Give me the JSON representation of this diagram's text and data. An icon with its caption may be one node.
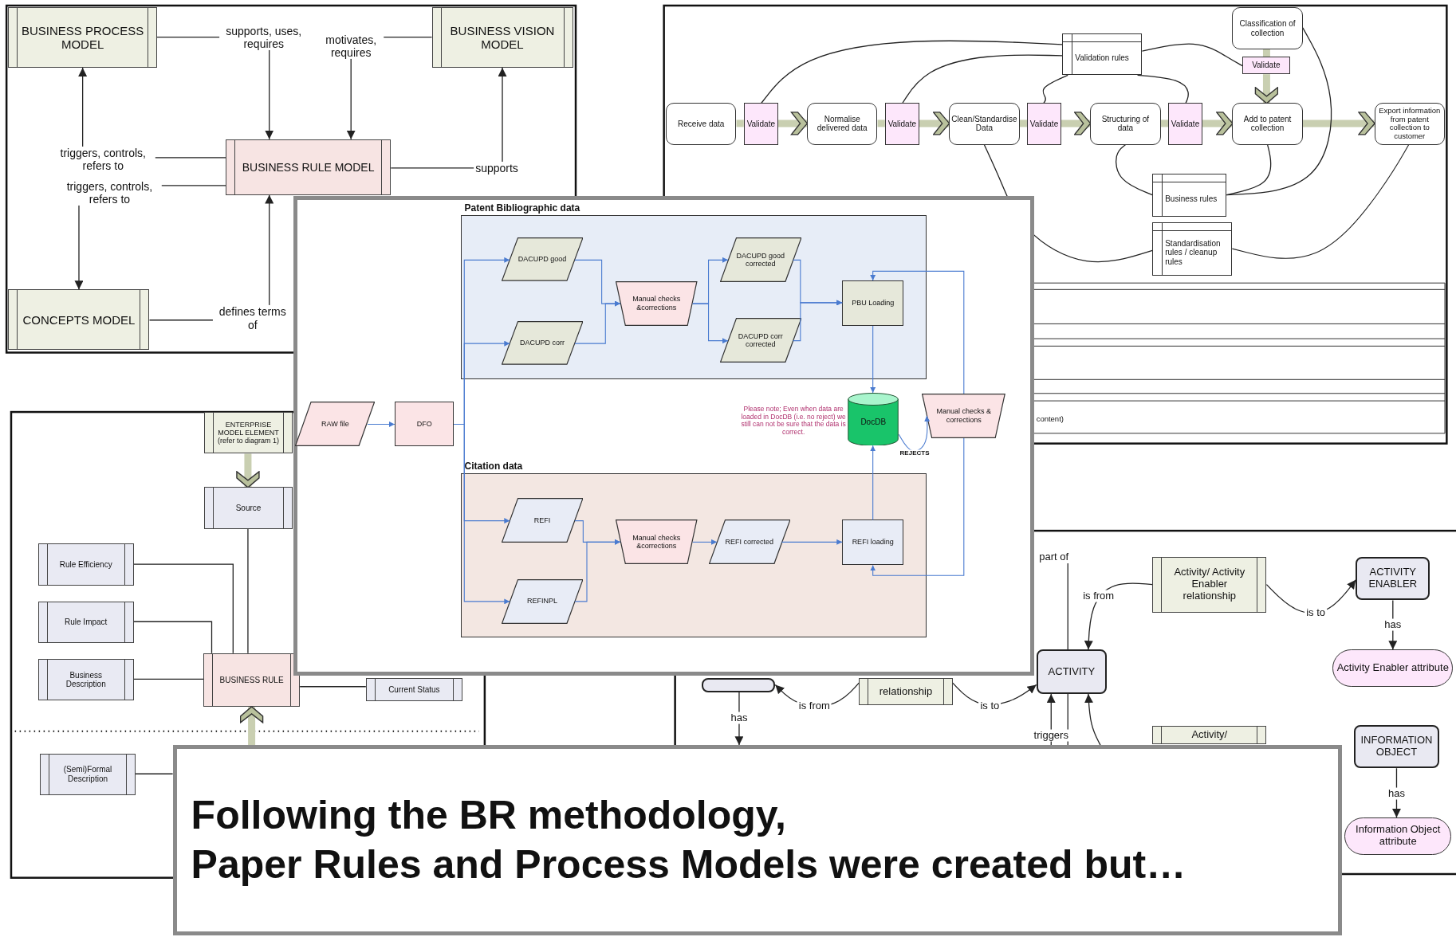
{
  "diagram": {
    "nodes": [
      {
        "text": [
          "BUSINESS PROCESS MODEL"
        ]
      },
      {
        "text": [
          "BUSINESS VISION MODEL"
        ]
      },
      {
        "text": [
          "BUSINESS RULE MODEL"
        ]
      },
      {
        "text": [
          "CONCEPTS MODEL"
        ]
      },
      {
        "text": [
          "Receive data"
        ]
      },
      {
        "text": [
          "Validate"
        ]
      },
      {
        "text": [
          "Normalise delivered data"
        ]
      },
      {
        "text": [
          "Validate"
        ]
      },
      {
        "text": [
          "Clean/Standardise Data"
        ]
      },
      {
        "text": [
          "Validate"
        ]
      },
      {
        "text": [
          "Structuring of data"
        ]
      },
      {
        "text": [
          "Validate"
        ]
      },
      {
        "text": [
          "Add to patent collection"
        ]
      },
      {
        "text": [
          "Export information from patent collection to customer"
        ]
      },
      {
        "text": [
          "Classification of collection"
        ]
      },
      {
        "text": [
          "Validate"
        ]
      },
      {
        "text": [
          "Validation rules"
        ]
      },
      {
        "text": [
          "Business rules"
        ]
      },
      {
        "text": [
          "Standardisation rules / cleanup rules"
        ]
      },
      {
        "text": [
          "ENTERPRISE MODEL ELEMENT (refer to diagram 1)"
        ]
      },
      {
        "text": [
          "Source"
        ]
      },
      {
        "text": [
          "Rule Efficiency"
        ]
      },
      {
        "text": [
          "Rule Impact"
        ]
      },
      {
        "text": [
          "Business Description"
        ]
      },
      {
        "text": [
          "BUSINESS RULE"
        ]
      },
      {
        "text": [
          "Current Status"
        ]
      },
      {
        "text": [
          "(Semi)Formal Description"
        ]
      },
      {
        "text": [],
        "shape": "box"
      },
      {
        "text": [
          "relationship"
        ]
      },
      {
        "text": [
          "ACTIVITY"
        ]
      },
      {
        "text": [
          "Activity/ Activity Enabler relationship"
        ]
      },
      {
        "text": [
          "ACTIVITY ENABLER"
        ]
      },
      {
        "text": [
          "Activity Enabler attribute"
        ]
      },
      {
        "text": [
          "Activity/"
        ]
      },
      {
        "text": [
          "INFORMATION OBJECT"
        ]
      },
      {
        "text": [
          "Information Object attribute"
        ]
      },
      {
        "text": [],
        "shape": "box"
      },
      {
        "text": [
          "Patent Bibliographic data"
        ],
        "in": 36
      },
      {
        "text": [
          "DACUPD good"
        ],
        "in": 37
      },
      {
        "text": [
          "DACUPD corr"
        ],
        "in": 37
      },
      {
        "text": [
          "Manual checks &corrections"
        ],
        "in": 37
      },
      {
        "text": [
          "DACUPD good corrected"
        ],
        "in": 37
      },
      {
        "text": [
          "DACUPD corr corrected"
        ],
        "in": 37
      },
      {
        "text": [
          "PBU Loading"
        ],
        "in": 37
      },
      {
        "text": [
          "Citation data"
        ],
        "in": 36
      },
      {
        "text": [
          "REFI"
        ],
        "in": 44
      },
      {
        "text": [
          "REFINPL"
        ],
        "in": 44
      },
      {
        "text": [
          "Manual checks &corrections"
        ],
        "in": 44
      },
      {
        "text": [
          "REFI corrected"
        ],
        "in": 44
      },
      {
        "text": [
          "REFI loading"
        ],
        "in": 44
      },
      {
        "text": [
          "RAW file"
        ],
        "in": 36
      },
      {
        "text": [
          "DFO"
        ],
        "in": 36
      },
      {
        "text": [
          "DocDB"
        ],
        "in": 36,
        "beside": [
          "Please note; Even when data are loaded in DocDB (i.e. no reject) we still can not be sure that the data is correct."
        ]
      },
      {
        "text": [
          "Manual checks & corrections"
        ],
        "in": 36
      },
      {
        "text": [
          "Following the BR methodology,",
          "Paper Rules and Process Models were created but…"
        ]
      }
    ],
    "edges": [
      {
        "from": 0,
        "to": 2,
        "arrow": "to",
        "label": "supports, uses, requires"
      },
      {
        "from": 1,
        "to": 2,
        "arrow": "to",
        "label": "motivates, requires"
      },
      {
        "from": 2,
        "to": 0,
        "arrow": "to",
        "label": "triggers, controls, refers to"
      },
      {
        "from": 2,
        "to": 3,
        "arrow": "to",
        "label": "triggers, controls, refers to"
      },
      {
        "from": 3,
        "to": 2,
        "arrow": "to",
        "label": "defines terms of"
      },
      {
        "from": 2,
        "to": 1,
        "arrow": "to",
        "label": "supports"
      },
      {
        "from": 4,
        "to": 5,
        "arrow": "none",
        "style": "thick",
        "color": "#c9cfb1"
      },
      {
        "from": 5,
        "to": 6,
        "arrow": "to",
        "style": "thick",
        "color": "#c9cfb1"
      },
      {
        "from": 6,
        "to": 7,
        "arrow": "none",
        "style": "thick",
        "color": "#c9cfb1"
      },
      {
        "from": 7,
        "to": 8,
        "arrow": "to",
        "style": "thick",
        "color": "#c9cfb1"
      },
      {
        "from": 8,
        "to": 9,
        "arrow": "none",
        "style": "thick",
        "color": "#c9cfb1"
      },
      {
        "from": 9,
        "to": 10,
        "arrow": "to",
        "style": "thick",
        "color": "#c9cfb1"
      },
      {
        "from": 10,
        "to": 11,
        "arrow": "none",
        "style": "thick",
        "color": "#c9cfb1"
      },
      {
        "from": 11,
        "to": 12,
        "arrow": "to",
        "style": "thick",
        "color": "#c9cfb1"
      },
      {
        "from": 12,
        "to": 13,
        "arrow": "to",
        "style": "thick",
        "color": "#c9cfb1"
      },
      {
        "from": 14,
        "to": 15,
        "arrow": "none",
        "style": "thick",
        "color": "#c9cfb1"
      },
      {
        "from": 15,
        "to": 12,
        "arrow": "to",
        "style": "thick",
        "color": "#c9cfb1"
      },
      {
        "from": 16,
        "to": 5,
        "arrow": "none"
      },
      {
        "from": 16,
        "to": 7,
        "arrow": "none"
      },
      {
        "from": 16,
        "to": 9,
        "arrow": "none"
      },
      {
        "from": 16,
        "to": 11,
        "arrow": "none"
      },
      {
        "from": 16,
        "to": 15,
        "arrow": "none"
      },
      {
        "from": 17,
        "to": 10,
        "arrow": "none"
      },
      {
        "from": 17,
        "to": 12,
        "arrow": "none"
      },
      {
        "from": 17,
        "to": 14,
        "arrow": "none"
      },
      {
        "from": 18,
        "to": 8,
        "arrow": "none"
      },
      {
        "from": 18,
        "to": 13,
        "arrow": "none"
      },
      {
        "from": 19,
        "to": 20,
        "arrow": "to",
        "style": "thick",
        "color": "#c9cfb1"
      },
      {
        "from": 20,
        "to": 24,
        "arrow": "none"
      },
      {
        "from": 21,
        "to": 24,
        "arrow": "none"
      },
      {
        "from": 22,
        "to": 24,
        "arrow": "none"
      },
      {
        "from": 23,
        "to": 24,
        "arrow": "none"
      },
      {
        "from": 24,
        "to": 25,
        "arrow": "none"
      },
      {
        "from": 26,
        "to": 54,
        "arrow": "none"
      },
      {
        "from": 54,
        "to": 24,
        "arrow": "to",
        "style": "thick",
        "color": "#c9cfb1"
      },
      {
        "from": 29,
        "to": null,
        "arrow": "none",
        "label": "part of"
      },
      {
        "from": 29,
        "to": 54,
        "arrow": "none"
      },
      {
        "from": 30,
        "to": 29,
        "arrow": "to",
        "label": "is from"
      },
      {
        "from": 30,
        "to": 31,
        "arrow": "to",
        "label": "is to"
      },
      {
        "from": 31,
        "to": 32,
        "arrow": "to",
        "label": "has"
      },
      {
        "from": 28,
        "to": 27,
        "arrow": "to",
        "label": "is from"
      },
      {
        "from": 28,
        "to": 29,
        "arrow": "to",
        "label": "is to"
      },
      {
        "from": 27,
        "to": 54,
        "arrow": "to",
        "label": "has"
      },
      {
        "from": 54,
        "to": 29,
        "arrow": "to",
        "label": "triggers"
      },
      {
        "from": 54,
        "to": 29,
        "arrow": "to"
      },
      {
        "from": 34,
        "to": 35,
        "arrow": "to",
        "label": "has"
      },
      {
        "from": 50,
        "to": 51,
        "arrow": "to",
        "color": "#4a7bd0"
      },
      {
        "from": 51,
        "to": 38,
        "arrow": "to",
        "color": "#4a7bd0"
      },
      {
        "from": 51,
        "to": 39,
        "arrow": "to",
        "color": "#4a7bd0"
      },
      {
        "from": 51,
        "to": 45,
        "arrow": "to",
        "color": "#4a7bd0"
      },
      {
        "from": 51,
        "to": 46,
        "arrow": "to",
        "color": "#4a7bd0"
      },
      {
        "from": 38,
        "to": 40,
        "arrow": "to",
        "color": "#4a7bd0"
      },
      {
        "from": 39,
        "to": 40,
        "arrow": "to",
        "color": "#4a7bd0"
      },
      {
        "from": 40,
        "to": 41,
        "arrow": "to",
        "color": "#4a7bd0"
      },
      {
        "from": 40,
        "to": 42,
        "arrow": "to",
        "color": "#4a7bd0"
      },
      {
        "from": 41,
        "to": 43,
        "arrow": "to",
        "color": "#4a7bd0"
      },
      {
        "from": 42,
        "to": 43,
        "arrow": "to",
        "color": "#4a7bd0"
      },
      {
        "from": 43,
        "to": 52,
        "arrow": "to",
        "color": "#4a7bd0"
      },
      {
        "from": 45,
        "to": 47,
        "arrow": "to",
        "color": "#4a7bd0"
      },
      {
        "from": 46,
        "to": 47,
        "arrow": "to",
        "color": "#4a7bd0"
      },
      {
        "from": 47,
        "to": 48,
        "arrow": "to",
        "color": "#4a7bd0"
      },
      {
        "from": 48,
        "to": 49,
        "arrow": "to",
        "color": "#4a7bd0"
      },
      {
        "from": 49,
        "to": 52,
        "arrow": "to",
        "color": "#4a7bd0"
      },
      {
        "from": 53,
        "to": 43,
        "arrow": "to",
        "color": "#4a7bd0"
      },
      {
        "from": 53,
        "to": 49,
        "arrow": "to",
        "color": "#4a7bd0"
      },
      {
        "from": 52,
        "to": 53,
        "arrow": "to",
        "label": "REJECTS",
        "color": "#4a7bd0"
      }
    ],
    "labels": [
      "content)"
    ]
  }
}
